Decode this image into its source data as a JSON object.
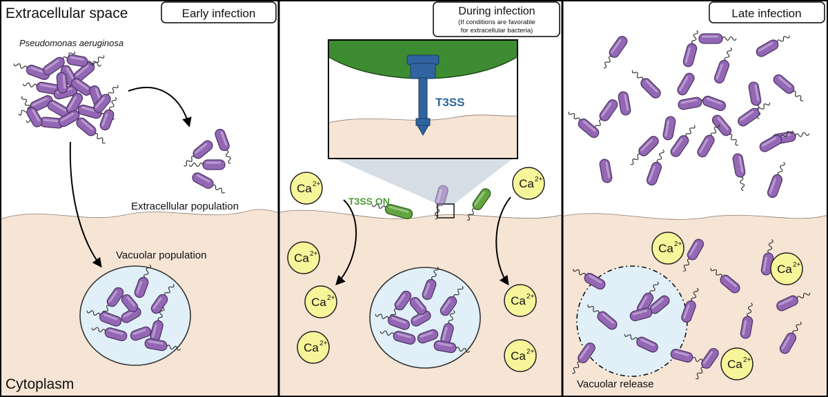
{
  "panels": [
    {
      "title": "Early infection",
      "top_left_label": "Extracellular space",
      "species_label": "Pseudomonas aeruginosa",
      "extracellular_label": "Extracellular population",
      "vacuolar_label": "Vacuolar population",
      "bottom_left_label": "Cytoplasm"
    },
    {
      "title": "During infection",
      "subtitle_line1": "(If conditions are favorable",
      "subtitle_line2": "for extracellular bacteria)",
      "needle_label": "T3SS",
      "t3ss_on_label": "T3SS ON",
      "ion_label": "Ca"
    },
    {
      "title": "Late infection",
      "release_label": "Vacuolar release"
    }
  ],
  "ion_charge": "2+",
  "colors": {
    "bacterium": "#9467B5",
    "bacterium_stroke": "#4E3566",
    "active_bacterium": "#62A540",
    "cytoplasm": "#F6E4D5",
    "vacuole": "#E1F0F8",
    "calcium": "#F7F59A",
    "needle": "#2F64A0",
    "host_cell": "#3E8C31",
    "t3ss_text": "#2F64A0",
    "t3ss_on_text": "#4C9A35"
  }
}
